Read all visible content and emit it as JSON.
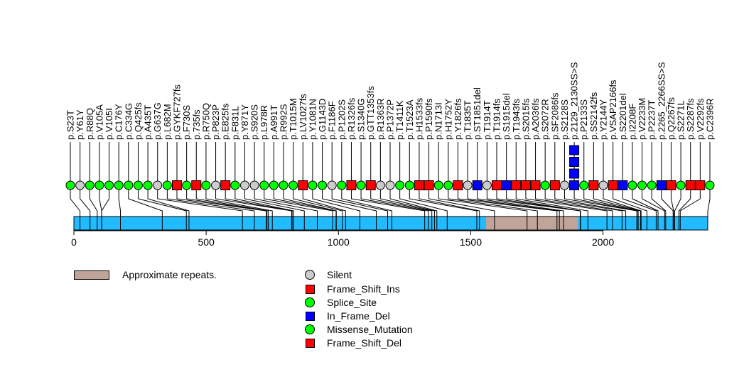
{
  "chart_data": {
    "type": "lollipop",
    "protein_length": 2396,
    "x_ticks": [
      0,
      500,
      1000,
      1500,
      2000
    ],
    "xlim": [
      0,
      2396
    ],
    "regions": [
      {
        "name": "Approximate repeats.",
        "start": 1558,
        "end": 1905,
        "color": "#c0a49a"
      }
    ],
    "colors": {
      "Silent": "#cccccc",
      "Frame_Shift_Ins": "#ff0000",
      "Splice_Site": "#00ff00",
      "In_Frame_Del": "#0000ff",
      "Missense_Mutation": "#00ff00",
      "Frame_Shift_Del": "#ff0000",
      "bar": "#22bbff"
    },
    "mutations": [
      {
        "label": "p.S23T",
        "pos": 23,
        "type": "Missense_Mutation",
        "count": 1
      },
      {
        "label": "p.Y61Y",
        "pos": 61,
        "type": "Silent",
        "count": 1
      },
      {
        "label": "p.R88Q",
        "pos": 88,
        "type": "Missense_Mutation",
        "count": 1
      },
      {
        "label": "p.V105A",
        "pos": 105,
        "type": "Missense_Mutation",
        "count": 1
      },
      {
        "label": "p.V105I",
        "pos": 105,
        "type": "Missense_Mutation",
        "count": 1
      },
      {
        "label": "p.C176Y",
        "pos": 176,
        "type": "Missense_Mutation",
        "count": 1
      },
      {
        "label": "p.C334G",
        "pos": 334,
        "type": "Missense_Mutation",
        "count": 1
      },
      {
        "label": "p.Q425fs",
        "pos": 425,
        "type": "Splice_Site",
        "count": 1
      },
      {
        "label": "p.A435T",
        "pos": 435,
        "type": "Missense_Mutation",
        "count": 1
      },
      {
        "label": "p.G637G",
        "pos": 637,
        "type": "Silent",
        "count": 1
      },
      {
        "label": "p.L682M",
        "pos": 682,
        "type": "Missense_Mutation",
        "count": 1
      },
      {
        "label": "p.GYKF727fs",
        "pos": 727,
        "type": "Frame_Shift_Del",
        "count": 1
      },
      {
        "label": "p.F730S",
        "pos": 730,
        "type": "Missense_Mutation",
        "count": 1
      },
      {
        "label": "p.735fs",
        "pos": 735,
        "type": "Frame_Shift_Del",
        "count": 1
      },
      {
        "label": "p.R750Q",
        "pos": 750,
        "type": "Missense_Mutation",
        "count": 1
      },
      {
        "label": "p.P823P",
        "pos": 823,
        "type": "Silent",
        "count": 1
      },
      {
        "label": "p.E825fs",
        "pos": 825,
        "type": "Frame_Shift_Del",
        "count": 1
      },
      {
        "label": "p.F831L",
        "pos": 831,
        "type": "Missense_Mutation",
        "count": 1
      },
      {
        "label": "p.Y871Y",
        "pos": 871,
        "type": "Silent",
        "count": 1
      },
      {
        "label": "p.S920S",
        "pos": 920,
        "type": "Silent",
        "count": 1
      },
      {
        "label": "p.L978R",
        "pos": 978,
        "type": "Missense_Mutation",
        "count": 1
      },
      {
        "label": "p.A991T",
        "pos": 991,
        "type": "Missense_Mutation",
        "count": 1
      },
      {
        "label": "p.R992S",
        "pos": 992,
        "type": "Missense_Mutation",
        "count": 1
      },
      {
        "label": "p.T1015M",
        "pos": 1015,
        "type": "Missense_Mutation",
        "count": 1
      },
      {
        "label": "p.LV1027fs",
        "pos": 1027,
        "type": "Frame_Shift_Del",
        "count": 1
      },
      {
        "label": "p.Y1081N",
        "pos": 1081,
        "type": "Missense_Mutation",
        "count": 1
      },
      {
        "label": "p.G1143D",
        "pos": 1143,
        "type": "Missense_Mutation",
        "count": 1
      },
      {
        "label": "p.F1186F",
        "pos": 1186,
        "type": "Silent",
        "count": 1
      },
      {
        "label": "p.P1202S",
        "pos": 1202,
        "type": "Missense_Mutation",
        "count": 1
      },
      {
        "label": "p.R1326fs",
        "pos": 1326,
        "type": "Frame_Shift_Del",
        "count": 1
      },
      {
        "label": "p.S1340G",
        "pos": 1340,
        "type": "Missense_Mutation",
        "count": 1
      },
      {
        "label": "p.GTT1353fs",
        "pos": 1353,
        "type": "Frame_Shift_Del",
        "count": 1
      },
      {
        "label": "p.R1363R",
        "pos": 1363,
        "type": "Silent",
        "count": 1
      },
      {
        "label": "p.P1372P",
        "pos": 1372,
        "type": "Silent",
        "count": 1
      },
      {
        "label": "p.T1411K",
        "pos": 1411,
        "type": "Missense_Mutation",
        "count": 1
      },
      {
        "label": "p.T1523A",
        "pos": 1523,
        "type": "Missense_Mutation",
        "count": 1
      },
      {
        "label": "p.H1533fs",
        "pos": 1533,
        "type": "Frame_Shift_Del",
        "count": 1
      },
      {
        "label": "p.P1590fs",
        "pos": 1590,
        "type": "Frame_Shift_Del",
        "count": 1
      },
      {
        "label": "p.N1713I",
        "pos": 1713,
        "type": "Missense_Mutation",
        "count": 1
      },
      {
        "label": "p.H1752Y",
        "pos": 1752,
        "type": "Missense_Mutation",
        "count": 1
      },
      {
        "label": "p.Y1826fs",
        "pos": 1826,
        "type": "Frame_Shift_Del",
        "count": 1
      },
      {
        "label": "p.T1835T",
        "pos": 1835,
        "type": "Silent",
        "count": 1
      },
      {
        "label": "p.ST1851del",
        "pos": 1851,
        "type": "In_Frame_Del",
        "count": 1
      },
      {
        "label": "p.T1914T",
        "pos": 1914,
        "type": "Silent",
        "count": 1
      },
      {
        "label": "p.T1914fs",
        "pos": 1914,
        "type": "Frame_Shift_Del",
        "count": 1
      },
      {
        "label": "p.S1915del",
        "pos": 1915,
        "type": "In_Frame_Del",
        "count": 1
      },
      {
        "label": "p.T1943fs",
        "pos": 1943,
        "type": "Frame_Shift_Del",
        "count": 1
      },
      {
        "label": "p.S2015fs",
        "pos": 2015,
        "type": "Frame_Shift_Del",
        "count": 1
      },
      {
        "label": "p.A2036fs",
        "pos": 2036,
        "type": "Frame_Shift_Del",
        "count": 1
      },
      {
        "label": "p.S2072R",
        "pos": 2072,
        "type": "Missense_Mutation",
        "count": 1
      },
      {
        "label": "p.SF2086fs",
        "pos": 2086,
        "type": "Frame_Shift_Del",
        "count": 1
      },
      {
        "label": "p.S2128S",
        "pos": 2128,
        "type": "Silent",
        "count": 1
      },
      {
        "label": "p.2129_2130SS>S",
        "pos": 2129,
        "type": "In_Frame_Del",
        "count": 4
      },
      {
        "label": "p.P2133S",
        "pos": 2133,
        "type": "Missense_Mutation",
        "count": 1
      },
      {
        "label": "p.SS2142fs",
        "pos": 2142,
        "type": "Frame_Shift_Del",
        "count": 1
      },
      {
        "label": "p.Y2144Y",
        "pos": 2144,
        "type": "Silent",
        "count": 1
      },
      {
        "label": "p.VSAP2166fs",
        "pos": 2166,
        "type": "Frame_Shift_Del",
        "count": 1
      },
      {
        "label": "p.S2201del",
        "pos": 2201,
        "type": "In_Frame_Del",
        "count": 1
      },
      {
        "label": "p.I2208F",
        "pos": 2208,
        "type": "Missense_Mutation",
        "count": 1
      },
      {
        "label": "p.V2233M",
        "pos": 2233,
        "type": "Missense_Mutation",
        "count": 1
      },
      {
        "label": "p.P2237T",
        "pos": 2237,
        "type": "Missense_Mutation",
        "count": 1
      },
      {
        "label": "p.2265_2266SS>S",
        "pos": 2265,
        "type": "In_Frame_Del",
        "count": 1
      },
      {
        "label": "p.Q2267fs",
        "pos": 2267,
        "type": "Frame_Shift_Del",
        "count": 1
      },
      {
        "label": "p.S2271L",
        "pos": 2271,
        "type": "Missense_Mutation",
        "count": 1
      },
      {
        "label": "p.S2287fs",
        "pos": 2287,
        "type": "Frame_Shift_Del",
        "count": 1
      },
      {
        "label": "p.V2292fs",
        "pos": 2292,
        "type": "Frame_Shift_Del",
        "count": 1
      },
      {
        "label": "p.C2396R",
        "pos": 2396,
        "type": "Missense_Mutation",
        "count": 1
      }
    ],
    "legend": {
      "region_label": "Approximate repeats.",
      "items": [
        {
          "label": "Silent",
          "shape": "circle",
          "color": "#cccccc"
        },
        {
          "label": "Frame_Shift_Ins",
          "shape": "square",
          "color": "#ff0000"
        },
        {
          "label": "Splice_Site",
          "shape": "circle",
          "color": "#00ff00"
        },
        {
          "label": "In_Frame_Del",
          "shape": "square",
          "color": "#0000ff"
        },
        {
          "label": "Missense_Mutation",
          "shape": "circle",
          "color": "#00ff00"
        },
        {
          "label": "Frame_Shift_Del",
          "shape": "square",
          "color": "#ff0000"
        }
      ]
    }
  }
}
